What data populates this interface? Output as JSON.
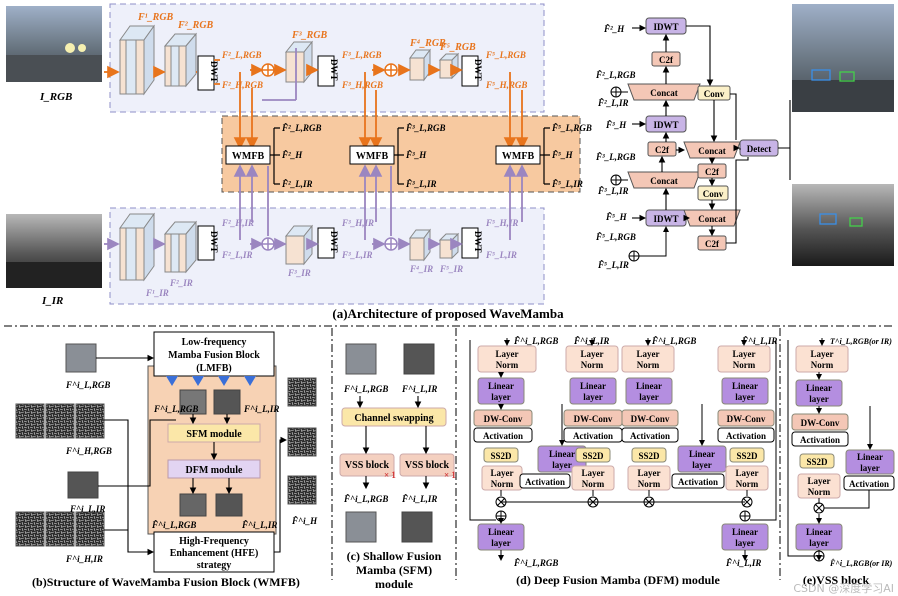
{
  "caption_a": "(a)Architecture of proposed WaveMamba",
  "caption_b": "(b)Structure of  WaveMamba Fusion Block (WMFB)",
  "caption_c1": "(c) Shallow Fusion",
  "caption_c2": "Mamba (SFM)",
  "caption_c3": "module",
  "caption_d": "(d) Deep Fusion Mamba (DFM) module",
  "caption_e": "(e)VSS block",
  "watermark": "CSDN @深度学习AI",
  "arch": {
    "rgb_label": "I_RGB",
    "ir_label": "I_IR",
    "dwt": "DWT",
    "wmfb": "WMFB",
    "f_rgb": [
      "F¹_RGB",
      "F²_RGB",
      "F³_RGB",
      "F⁴_RGB",
      "F⁵_RGB"
    ],
    "f_ir": [
      "F¹_IR",
      "F²_IR",
      "F³_IR",
      "F⁴_IR",
      "F⁵_IR"
    ],
    "f_l_rgb": [
      "F²_L,RGB",
      "F³_L,RGB",
      "F⁵_L,RGB"
    ],
    "f_h_rgb": [
      "F²_H,RGB",
      "F³_H,RGB",
      "F⁵_H,RGB"
    ],
    "f_l_ir": [
      "F²_L,IR",
      "F³_L,IR",
      "F⁵_L,IR"
    ],
    "f_h_ir": [
      "F²_H,IR",
      "F³_H,IR",
      "F⁵_H,IR"
    ],
    "wmfb_out": [
      [
        "F̂²_L,RGB",
        "F̂²_H",
        "F̂²_L,IR"
      ],
      [
        "F̂³_L,RGB",
        "F̂³_H",
        "F̂³_L,IR"
      ],
      [
        "F̂⁵_L,RGB",
        "F̂⁵_H",
        "F̂⁵_L,IR"
      ]
    ]
  },
  "neck": {
    "idwt": "IDWT",
    "c2f": "C2f",
    "concat": "Concat",
    "conv": "Conv",
    "detect": "Detect",
    "inputs": [
      "F̂²_H",
      "F̂²_L,RGB",
      "F̂²_L,IR",
      "F̂³_H",
      "F̂³_L,RGB",
      "F̂³_L,IR",
      "F̂⁵_H",
      "F̂⁵_L,RGB",
      "F̂⁵_L,IR"
    ]
  },
  "wmfb_detail": {
    "lmfb": [
      "Low-frequency",
      "Mamba Fusion  Block",
      "(LMFB)"
    ],
    "sfm": "SFM module",
    "dfm": "DFM module",
    "hfe": [
      "High-Frequency",
      "Enhancement (HFE)",
      "strategy"
    ],
    "labels": [
      "F^i_L,RGB",
      "F^i_H,RGB",
      "F^i_L,IR",
      "F^i_H,IR",
      "F̂^i_L,RGB",
      "F̂^i_L,IR",
      "F̂^i_H"
    ]
  },
  "sfm_detail": {
    "swap": "Channel swapping",
    "vss": "VSS block",
    "times": "× 1",
    "labels": [
      "F^i_L,RGB",
      "F^i_L,IR",
      "F̂^i_L,RGB",
      "F̂^i_L,IR"
    ]
  },
  "dfm_detail": {
    "layer_norm": [
      "Layer",
      "Norm"
    ],
    "linear": [
      "Linear",
      "layer"
    ],
    "dwconv": "DW-Conv",
    "activation": "Activation",
    "ss2d": "SS2D",
    "labels": [
      "F̂^i_L,RGB",
      "F̂^i_L,IR",
      "F̂^i_L,RGB",
      "F̂^i_L,IR",
      "F̂^i_L,RGB",
      "F̂^i_L,IR"
    ]
  },
  "vss_detail": {
    "input": "T^i_L,RGB(or IR)",
    "output": "F̂^i_L,RGB(or IR)"
  }
}
